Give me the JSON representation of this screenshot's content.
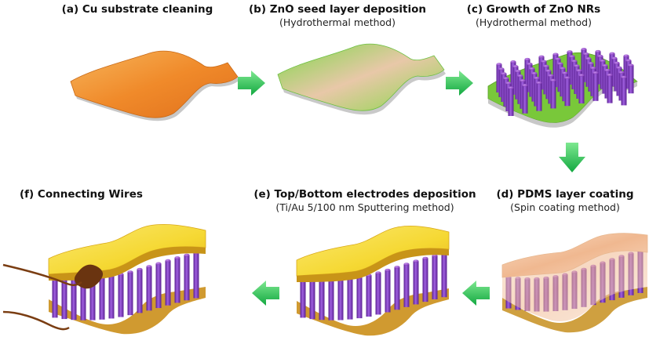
{
  "steps": {
    "a": {
      "title": "(a) Cu substrate cleaning",
      "sub": ""
    },
    "b": {
      "title": "(b) ZnO seed layer deposition",
      "sub": "(Hydrothermal method)"
    },
    "c": {
      "title": "(c) Growth of ZnO NRs",
      "sub": "(Hydrothermal method)"
    },
    "d": {
      "title": "(d) PDMS layer coating",
      "sub": "(Spin coating method)"
    },
    "e": {
      "title": "(e) Top/Bottom electrodes deposition",
      "sub": "(Ti/Au 5/100 nm Sputtering method)"
    },
    "f": {
      "title": "(f) Connecting Wires",
      "sub": ""
    }
  },
  "colors": {
    "copper": "#f08a2a",
    "seed_green": "#8ad84a",
    "nanorod_purple": "#8a3fc0",
    "pdms": "#f2c8a8",
    "gold_electrode": "#f7dc3a",
    "arrow_green": "#2ec35a",
    "wire": "#7a3d12"
  },
  "icons": {
    "arrow": "green-process-arrow"
  }
}
